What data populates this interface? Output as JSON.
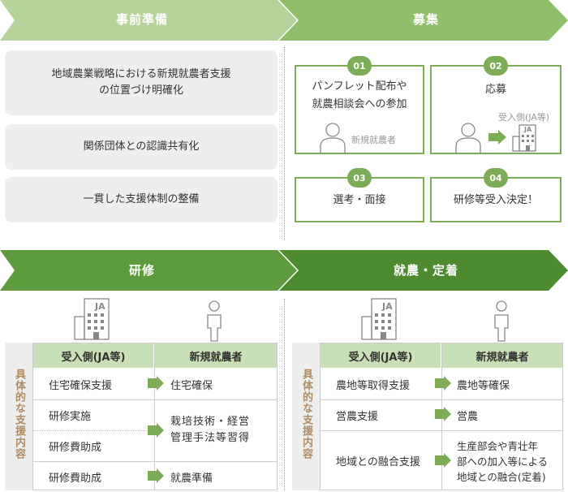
{
  "phases": {
    "preparation": "事前準備",
    "recruitment": "募集",
    "training": "研修",
    "settling": "就農・定着"
  },
  "preparation_items": [
    "地域農業戦略における新規就農者支援\nの位置づけ明確化",
    "関係団体との認識共有化",
    "一貫した支援体制の整備"
  ],
  "recruitment_steps": [
    {
      "num": "01",
      "label": "パンフレット配布や\n就農相談会への参加",
      "sublabel": "新規就農者"
    },
    {
      "num": "02",
      "label": "応募",
      "sublabel": "受入側(JA等)"
    },
    {
      "num": "03",
      "label": "選考・面接"
    },
    {
      "num": "04",
      "label": "研修等受入決定！"
    }
  ],
  "icons": {
    "building_text": "JA"
  },
  "support_label": "具体的な支援内容",
  "training_table": {
    "headers": [
      "受入側(JA等)",
      "新規就農者"
    ],
    "rows_left": [
      "住宅確保支援",
      "研修実施",
      "研修費助成",
      "研修費助成"
    ],
    "rows_right": [
      "住宅確保",
      "栽培技術・経営\n管理手法等習得",
      "就農準備"
    ]
  },
  "settling_table": {
    "headers": [
      "受入側(JA等)",
      "新規就農者"
    ],
    "rows_left": [
      "農地等取得支援",
      "営農支援",
      "地域との融合支援"
    ],
    "rows_right": [
      "農地等確保",
      "営農",
      "生産部会や青壮年\n部への加入等による\n地域との融合(定着)"
    ]
  },
  "colors": {
    "band_light": "#b6d39b",
    "band_mid": "#8fbf6a",
    "band_dark": "#5e9a3e",
    "band_darker": "#4e8a30",
    "accent": "#7cac55",
    "header_cell": "#c9dfb7",
    "grey_box": "#eeeeec",
    "support_text": "#b08c63"
  }
}
